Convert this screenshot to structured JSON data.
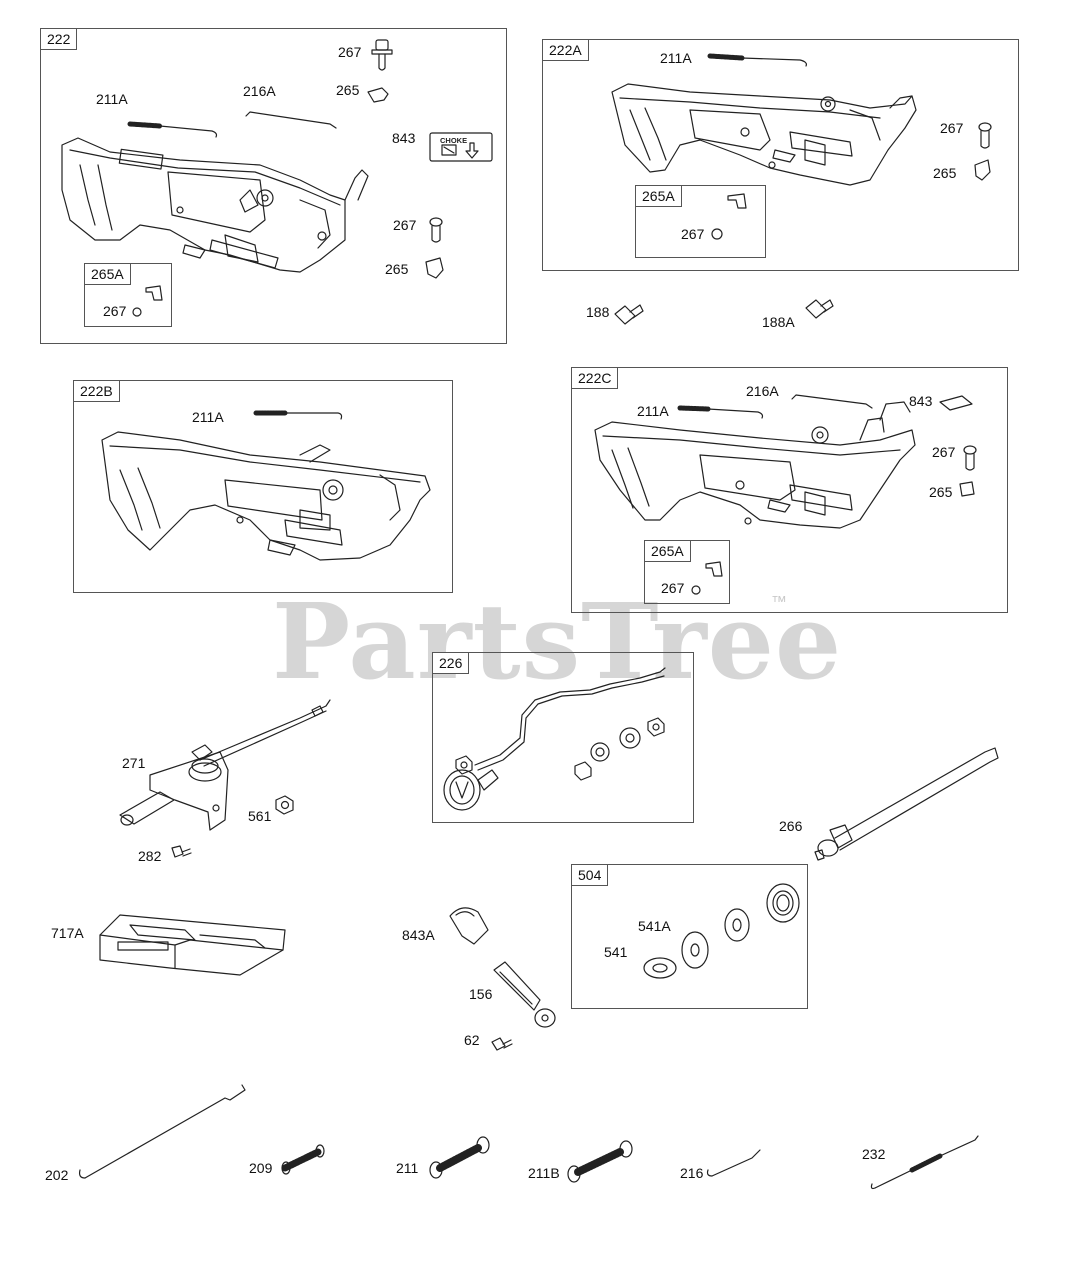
{
  "watermark": {
    "text": "PartsTree",
    "tm": "™"
  },
  "decal_text": "CHOKE",
  "boxes": {
    "b222": "222",
    "b222A": "222A",
    "b222B": "222B",
    "b222C": "222C",
    "b226": "226",
    "b504": "504",
    "b265A_1": "265A",
    "b265A_2": "265A",
    "b265A_3": "265A"
  },
  "labels": {
    "l267_a": "267",
    "l211A_a": "211A",
    "l216A_a": "216A",
    "l265_a": "265",
    "l843_a": "843",
    "l267_b": "267",
    "l265_b": "265",
    "l267_c": "267",
    "l211A_b": "211A",
    "l267_d": "267",
    "l265_c": "265",
    "l267_e": "267",
    "l188": "188",
    "l188A": "188A",
    "l211A_c": "211A",
    "l216A_b": "216A",
    "l211A_d": "211A",
    "l843_b": "843",
    "l267_f": "267",
    "l265_d": "265",
    "l267_g": "267",
    "l271": "271",
    "l561": "561",
    "l282": "282",
    "l266": "266",
    "l717A": "717A",
    "l843A": "843A",
    "l156": "156",
    "l62": "62",
    "l541A": "541A",
    "l541": "541",
    "l202": "202",
    "l209": "209",
    "l211": "211",
    "l211B": "211B",
    "l216": "216",
    "l232": "232"
  }
}
